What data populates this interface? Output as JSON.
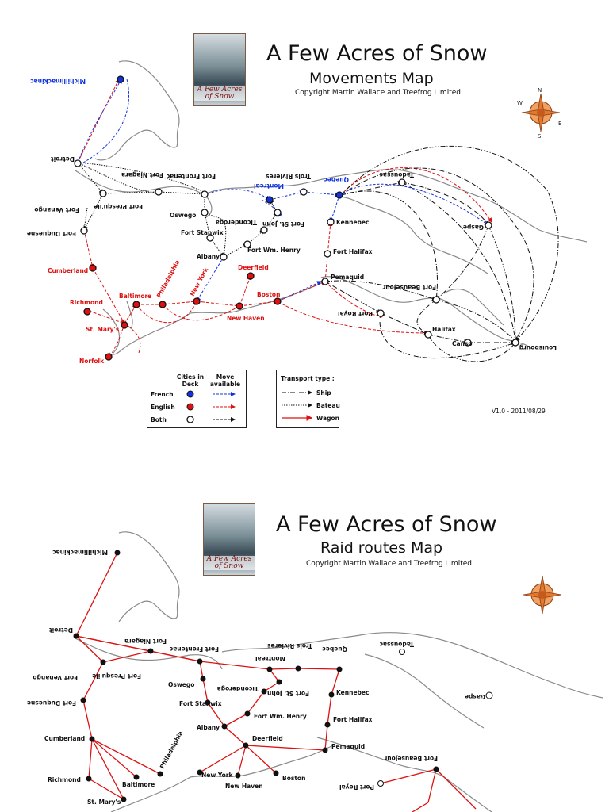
{
  "movements": {
    "title": "A Few Acres of Snow",
    "subtitle": "Movements Map",
    "copyright": "Copyright Martin Wallace and Treefrog Limited",
    "cover_text": "A Few Acres of Snow",
    "version": "V1.0 - 2011/08/29",
    "legend_cities": {
      "col_cities": "Cities in Deck",
      "col_move": "Move available",
      "rows": [
        {
          "label": "French",
          "color": "#1133dd"
        },
        {
          "label": "English",
          "color": "#dd1111"
        },
        {
          "label": "Both",
          "color": "#ffffff"
        }
      ]
    },
    "legend_transport": {
      "title": "Transport type :",
      "rows": [
        {
          "label": "Ship"
        },
        {
          "label": "Bateau"
        },
        {
          "label": "Wagon"
        }
      ]
    },
    "cities": {
      "michillimackinac": "Michillimackinac",
      "detroit": "Detroit",
      "venango": "Fort Venango",
      "presquile": "Fort Presqu'ile",
      "duquesne": "Fort Duquesne",
      "niagara": "Fort Niagara",
      "frontenac": "Fort Frontenac",
      "oswego": "Oswego",
      "stanwix": "Fort Stanwix",
      "albany": "Albany",
      "ticonderoga": "Ticonderoga",
      "stjohn": "Fort St. John",
      "fortwm": "Fort Wm. Henry",
      "montreal": "Montreal",
      "trois": "Trois Rivieres",
      "quebec": "Quebec",
      "tadoussac": "Tadoussac",
      "gaspe": "Gaspe",
      "kennebec": "Kennebec",
      "halifaxfort": "Fort Halifax",
      "pemaquid": "Pemaquid",
      "beausejour": "Fort Beausejour",
      "portroyal": "Port Royal",
      "halifax": "Halifax",
      "canso": "Canso",
      "louisbourg": "Louisbourg",
      "cumberland": "Cumberland",
      "richmond": "Richmond",
      "baltimore": "Baltimore",
      "philadelphia": "Philadelphia",
      "newyork": "New York",
      "deerfield": "Deerfield",
      "newhaven": "New Haven",
      "boston": "Boston",
      "stmarys": "St. Mary's",
      "norfolk": "Norfolk"
    }
  },
  "raids": {
    "title": "A Few Acres of Snow",
    "subtitle": "Raid routes Map",
    "copyright": "Copyright Martin Wallace and Treefrog Limited",
    "cover_text": "A Few Acres of Snow"
  },
  "colors": {
    "french": "#1133dd",
    "english": "#dd1111",
    "neutral": "#111111",
    "coast": "#8a8a8a",
    "compass": "#e07a30"
  }
}
